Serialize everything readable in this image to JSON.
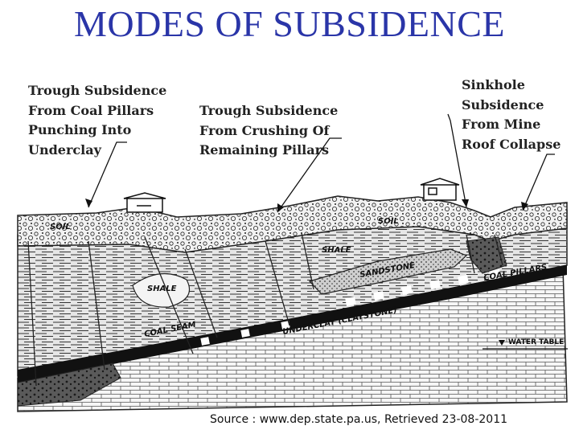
{
  "title": "MODES OF SUBSIDENCE",
  "labels": {
    "trough_pillars_underclay": "Trough Subsidence\nFrom Coal Pillars\nPunching Into\nUnderclay",
    "trough_crushing": "Trough Subsidence\nFrom Crushing Of\nRemaining Pillars",
    "sinkhole": "Sinkhole\nSubsidence\nFrom Mine\nRoof Collapse"
  },
  "layers": {
    "soil_left": "SOIL",
    "soil_right": "SOIL",
    "shale_left": "SHALE",
    "shale_right": "SHALE",
    "sandstone": "SANDSTONE",
    "coal_pillars": "COAL PILLARS",
    "coal_seam": "COAL SEAM",
    "underclay": "UNDERCLAY (CLAYSTONE)",
    "water_table": "WATER TABLE"
  },
  "source": "Source : www.dep.state.pa.us, Retrieved 23-08-2011",
  "colors": {
    "title": "#2a35a8",
    "ink": "#111111"
  }
}
